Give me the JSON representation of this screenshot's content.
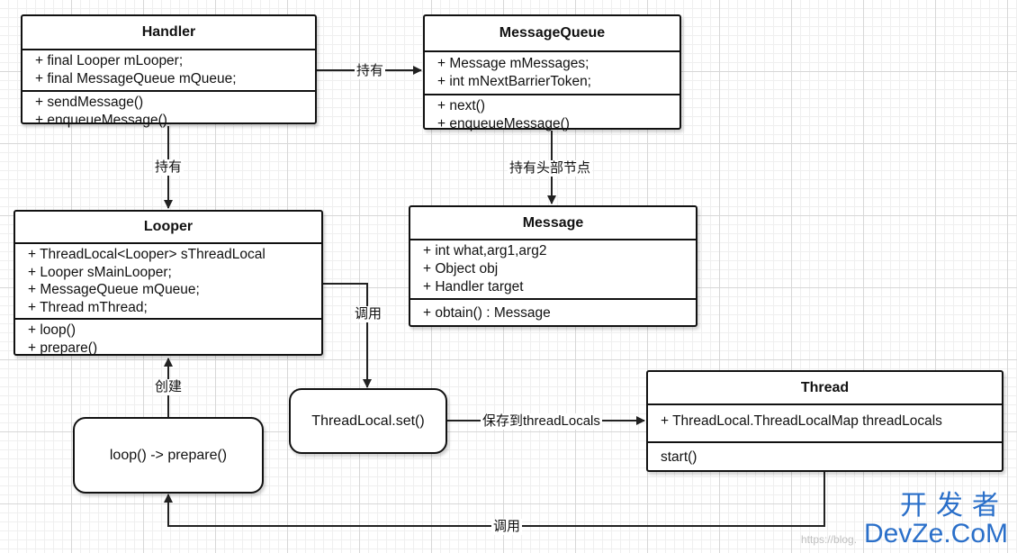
{
  "classes": {
    "handler": {
      "title": "Handler",
      "fields": [
        "+ final Looper mLooper;",
        "+ final MessageQueue mQueue;"
      ],
      "methods": [
        "+ sendMessage()",
        "+ enqueueMessage()"
      ]
    },
    "messagequeue": {
      "title": "MessageQueue",
      "fields": [
        "+ Message mMessages;",
        "+ int mNextBarrierToken;"
      ],
      "methods": [
        "+ next()",
        "+ enqueueMessage()"
      ]
    },
    "looper": {
      "title": "Looper",
      "fields": [
        "+ ThreadLocal<Looper> sThreadLocal",
        "+ Looper sMainLooper;",
        "+ MessageQueue mQueue;",
        "+ Thread mThread;"
      ],
      "methods": [
        "+ loop()",
        "+ prepare()"
      ]
    },
    "message": {
      "title": "Message",
      "fields": [
        "+ int what,arg1,arg2",
        "+ Object obj",
        "+ Handler target"
      ],
      "methods": [
        "+ obtain() : Message"
      ]
    },
    "thread": {
      "title": "Thread",
      "fields": [
        "+ ThreadLocal.ThreadLocalMap threadLocals"
      ],
      "methods": [
        "start()"
      ]
    }
  },
  "boxes": {
    "threadlocal_set": "ThreadLocal.set()",
    "loop_prepare": "loop() -> prepare()"
  },
  "edges": {
    "handler_to_queue": "持有",
    "handler_to_looper": "持有",
    "queue_to_message": "持有头部节点",
    "looper_to_threadlocal": "调用",
    "threadlocal_to_thread": "保存到threadLocals",
    "loopprepare_to_looper": "创建",
    "thread_to_loopprepare": "调用"
  },
  "watermark": {
    "cn": "开发者",
    "en": "DevZe.CoM",
    "blog": "https://blog."
  }
}
